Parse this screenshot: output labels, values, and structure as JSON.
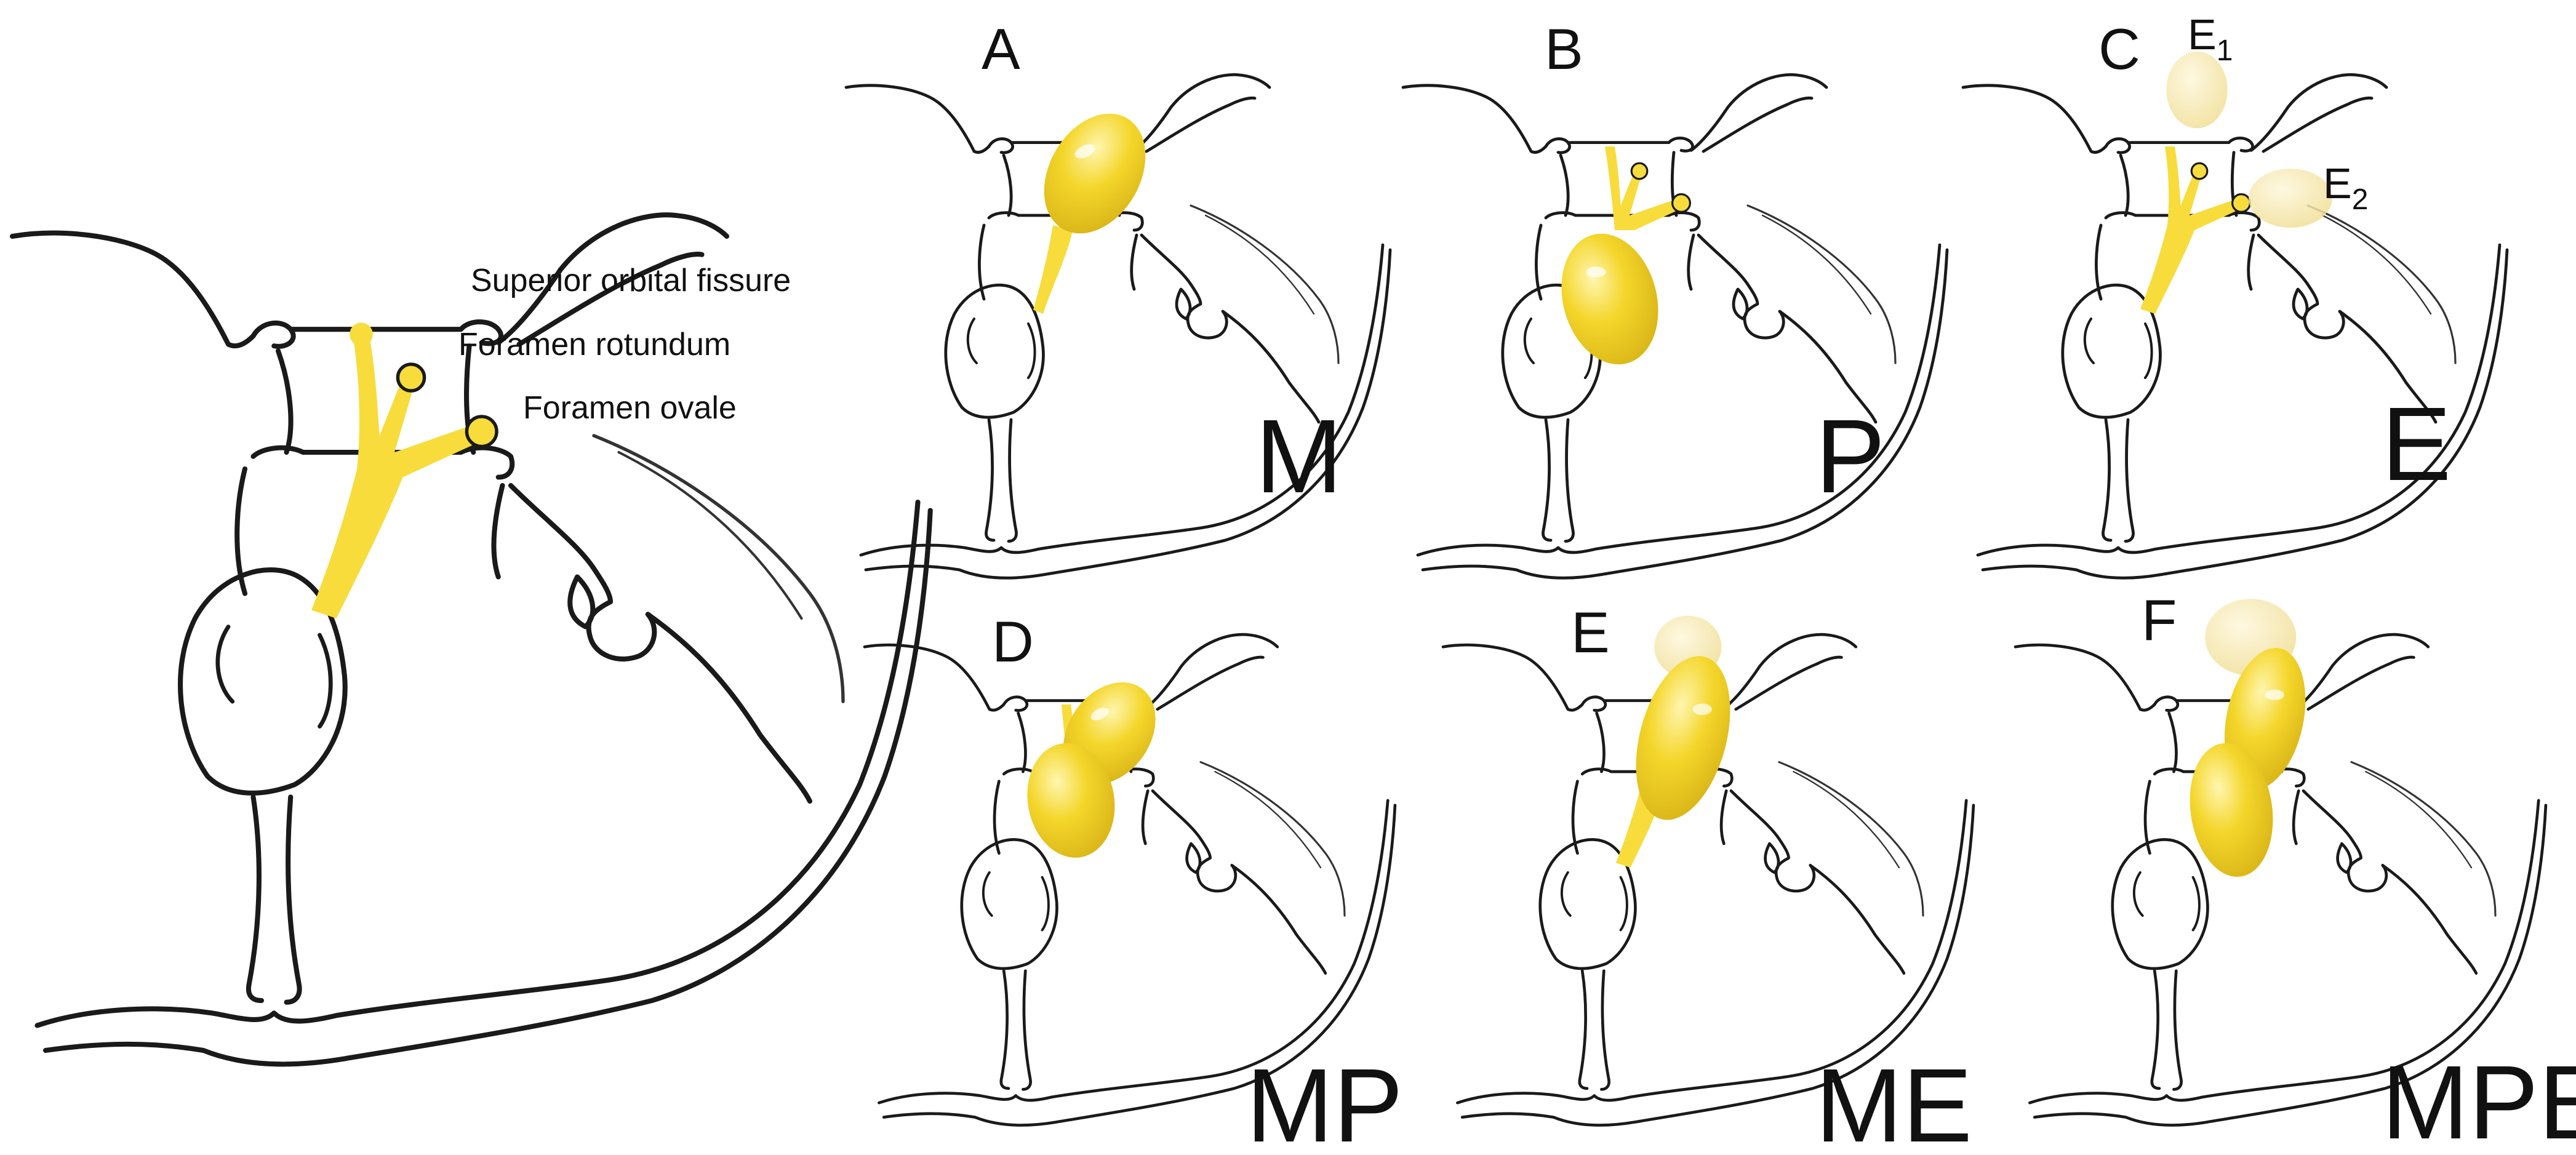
{
  "figure": {
    "main_panel": {
      "labels": {
        "superior_orbital_fissure": "Superior orbital fissure",
        "foramen_rotundum": "Foramen rotundum",
        "foramen_ovale": "Foramen ovale"
      }
    },
    "panels": [
      {
        "letter": "A",
        "type_label": "M"
      },
      {
        "letter": "B",
        "type_label": "P"
      },
      {
        "letter": "C",
        "type_label": "E",
        "sublabels": [
          {
            "base": "E",
            "sub": "1"
          },
          {
            "base": "E",
            "sub": "2"
          }
        ]
      },
      {
        "letter": "D",
        "type_label": "MP"
      },
      {
        "letter": "E",
        "type_label": "ME"
      },
      {
        "letter": "F",
        "type_label": "MPE"
      }
    ]
  },
  "colors": {
    "nerve_yellow": "#f7dc3c",
    "tumor_yellow": "#f1cf1c",
    "pale_tumor": "#f6e7a6",
    "outline": "#1a1a1a"
  }
}
